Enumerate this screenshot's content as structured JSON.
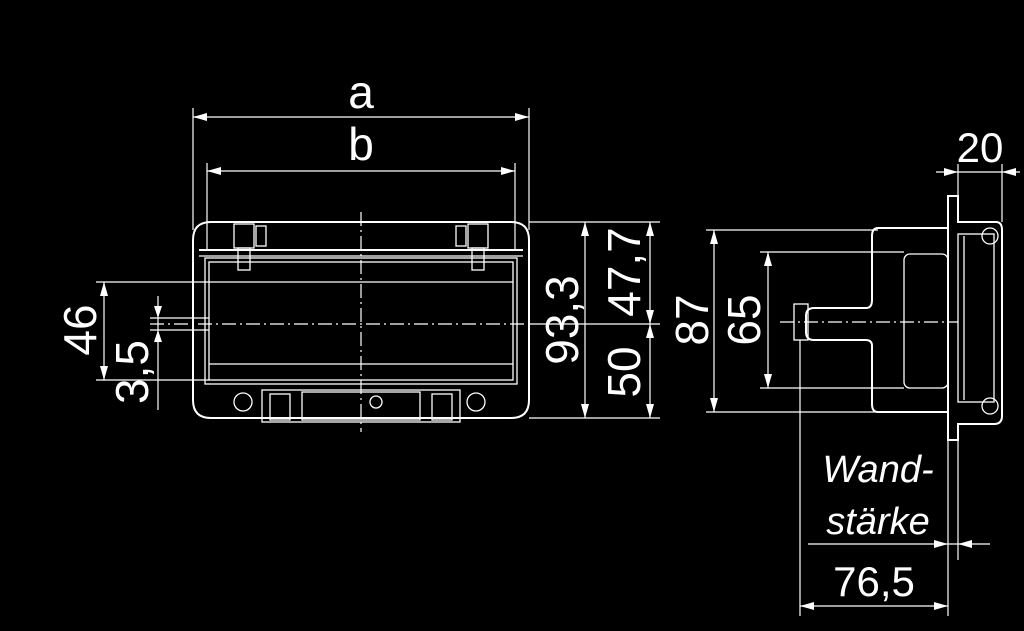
{
  "dimensions": {
    "a": "a",
    "b": "b",
    "d46": "46",
    "d3_5": "3,5",
    "d93_3": "93,3",
    "d47_7": "47,7",
    "d50": "50",
    "d87": "87",
    "d65": "65",
    "d20": "20",
    "d76_5": "76,5"
  },
  "note": {
    "line1": "Wand-",
    "line2": "stärke"
  },
  "colors": {
    "background": "#000000",
    "lines": "#ffffff"
  }
}
